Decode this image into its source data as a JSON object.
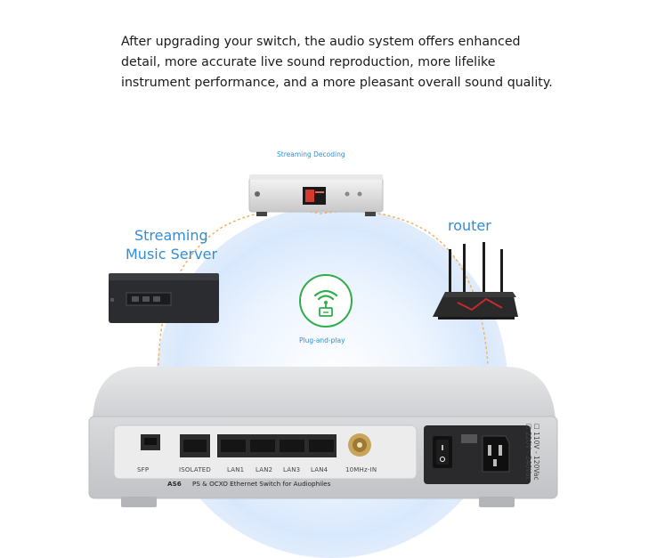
{
  "intro": {
    "line1": "After upgrading your switch, the audio system offers enhanced",
    "line2": "detail, more accurate live sound reproduction, more lifelike",
    "line3": "instrument performance, and a more pleasant overall sound quality."
  },
  "diagram": {
    "top_label": "Streaming Decoding",
    "left_label_line1": "Streaming",
    "left_label_line2": "Music Server",
    "right_label": "router",
    "center_label": "Plug-and-play",
    "model": "AS6",
    "caption": "PS & OCXO Ethernet Switch for Audiophiles",
    "ports": [
      "SFP",
      "ISOLATED",
      "LAN1",
      "LAN2",
      "LAN3",
      "LAN4",
      "10MHz-IN"
    ],
    "voltage_1": "☐ 110V - 120Vac",
    "voltage_2": "☐ 220V - 240Vac"
  },
  "colors": {
    "accent_blue": "#2e8fd6",
    "badge_green": "#2fae4a",
    "dotted_orange": "#f0b46a"
  },
  "icons": {
    "badge": "wifi-plug-icon"
  }
}
